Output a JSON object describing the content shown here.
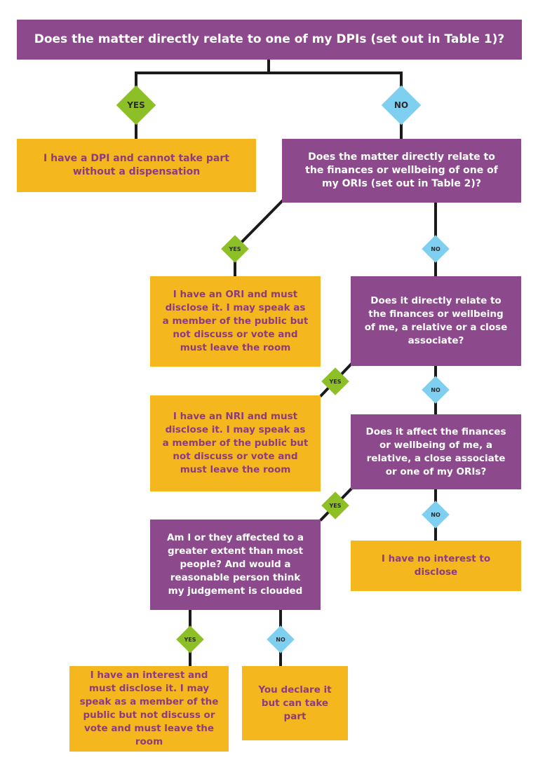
{
  "colors": {
    "purple": "#8c4a8c",
    "orange": "#f5b71e",
    "yes": "#8dbf27",
    "no": "#7fd0f0",
    "line": "#1a1a1a"
  },
  "top_question": {
    "pre": "Does the matter directly relate to one of my ",
    "em": "DPIs",
    "post": " (set out in Table 1)?"
  },
  "q2": "Does the matter directly relate to the finances or wellbeing of one of my ORIs (set out in Table 2)?",
  "q3": "Does it directly relate to the finances or wellbeing of me, a relative or a close associate?",
  "q4": {
    "pre": "Does it affect the finances or wellbeing of me, a relative, a close associate or one of my ",
    "em": "ORIs",
    "post": "?"
  },
  "q5": "Am I or they affected to a greater extent than most people? And would a reasonable person think my judgement is clouded",
  "a_dpi": "I have a DPI and cannot take part without a dispensation",
  "a_ori": {
    "pre": "I have an ",
    "em": "ORI",
    "post": " and must disclose it. I may speak as a member of the public but not discuss or vote and must leave the room"
  },
  "a_nri": {
    "pre": "I have an ",
    "em": "NRI",
    "post": " and must disclose it. I may speak as a member of the public but not discuss or vote and must leave the room"
  },
  "a_none": "I have no interest to disclose",
  "a_interest": "I have an interest and must disclose it. I may speak as a member of the public but not discuss or vote and must leave the room",
  "a_declare": "You declare it but can take part",
  "labels": {
    "yes": "YES",
    "no": "NO"
  }
}
